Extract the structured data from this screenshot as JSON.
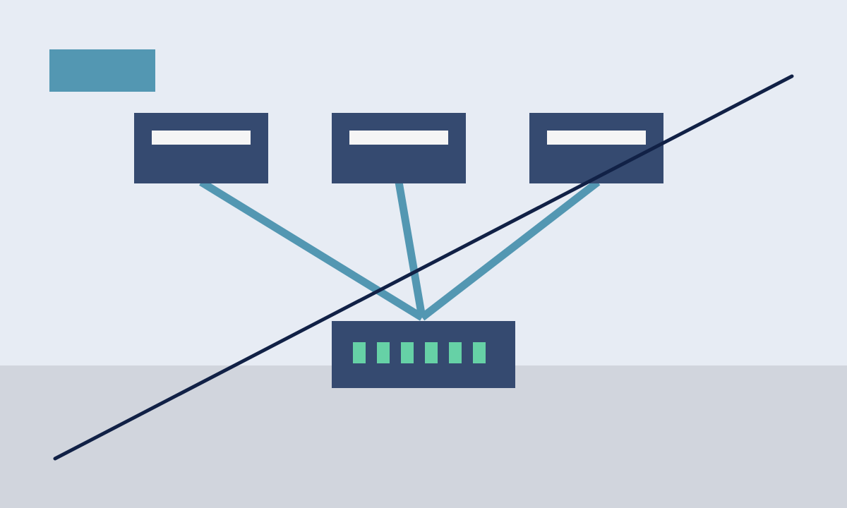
{
  "colors": {
    "background": "#e7ecf4",
    "floor": "#d1d5dd",
    "accent": "#5397b2",
    "node": "#354a70",
    "node_label": "#f5f5f5",
    "port": "#66d1a6",
    "overlay_line": "#112146"
  },
  "header_block": {
    "icon": "teal-label-block"
  },
  "devices": [
    {
      "id": "device-1",
      "icon": "monitor-box"
    },
    {
      "id": "device-2",
      "icon": "monitor-box"
    },
    {
      "id": "device-3",
      "icon": "monitor-box"
    }
  ],
  "switch": {
    "icon": "network-switch",
    "port_count": 6
  },
  "connections": [
    {
      "from": "device-1",
      "to": "switch"
    },
    {
      "from": "device-2",
      "to": "switch"
    },
    {
      "from": "device-3",
      "to": "switch"
    }
  ],
  "overlay": {
    "icon": "diagonal-strike-line"
  }
}
